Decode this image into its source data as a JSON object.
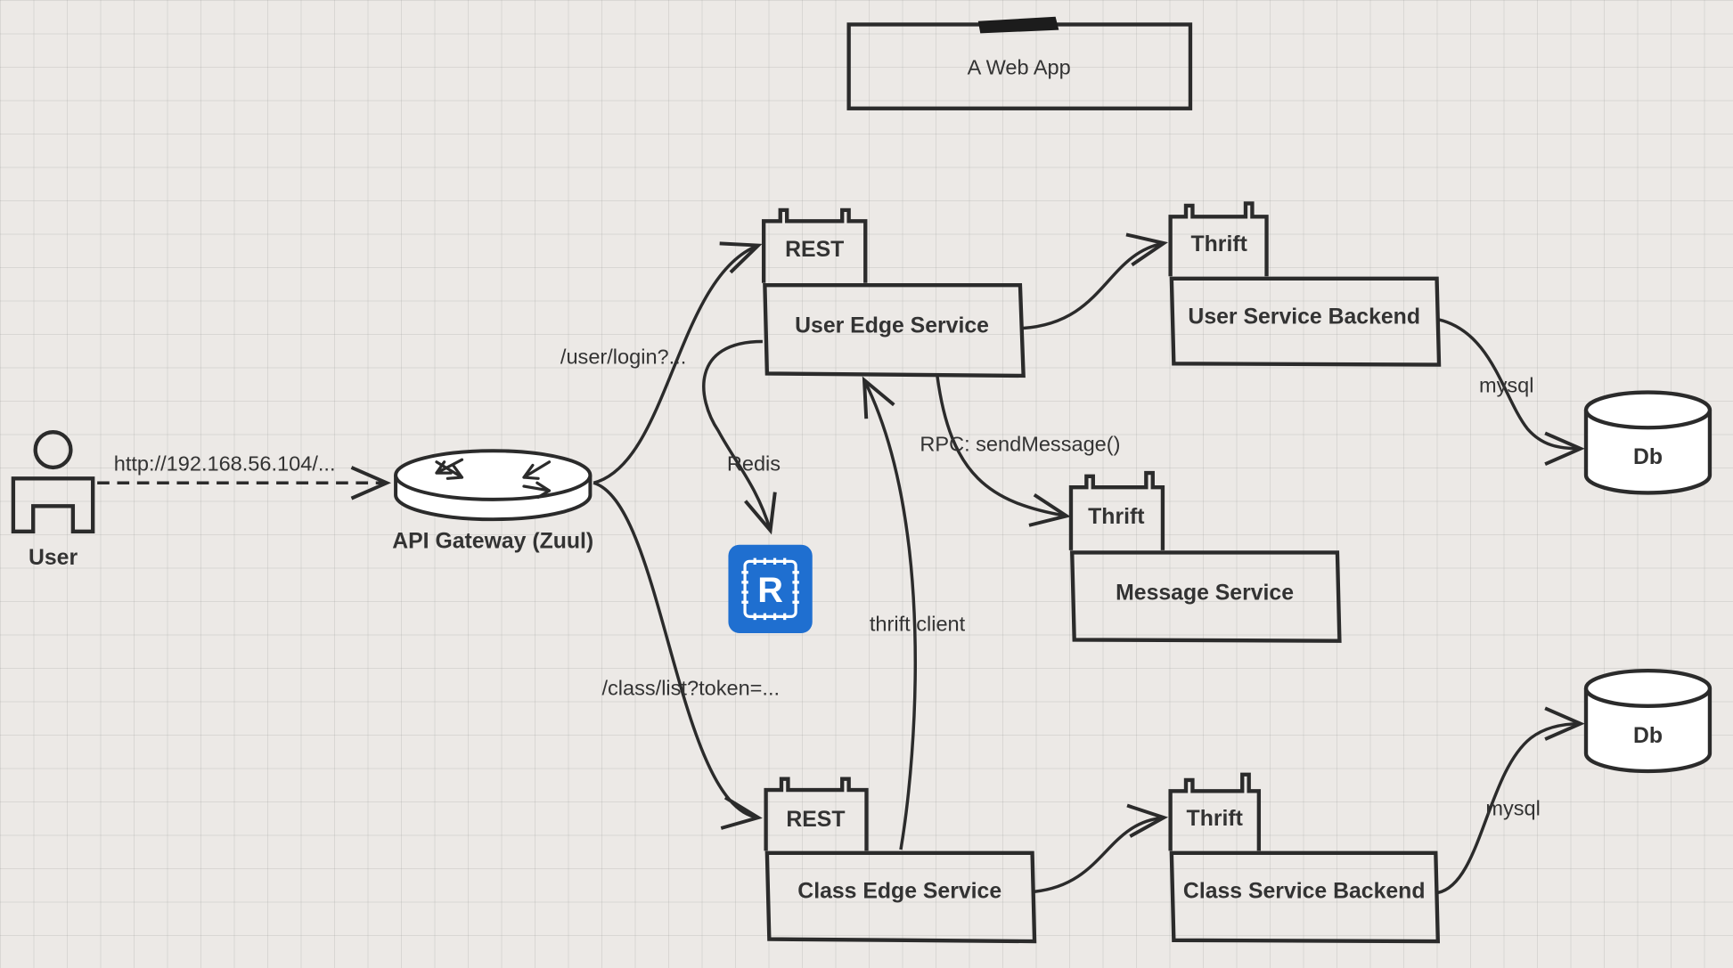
{
  "title": "A Web App",
  "user": {
    "label": "User"
  },
  "gateway": {
    "label": "API Gateway (Zuul)"
  },
  "services": {
    "user_edge": {
      "label": "User Edge Service",
      "tab": "REST"
    },
    "class_edge": {
      "label": "Class Edge Service",
      "tab": "REST"
    },
    "user_backend": {
      "label": "User Service Backend",
      "tab": "Thrift"
    },
    "class_backend": {
      "label": "Class Service Backend",
      "tab": "Thrift"
    },
    "message": {
      "label": "Message Service",
      "tab": "Thrift"
    }
  },
  "databases": {
    "db_user": {
      "label": "Db"
    },
    "db_class": {
      "label": "Db"
    }
  },
  "redis": {
    "letter": "R",
    "color": "#1f6fd0"
  },
  "edges": {
    "user_to_gateway": "http://192.168.56.104/...",
    "gateway_to_user_edge": "/user/login?...",
    "gateway_to_class_edge": "/class/list?token=...",
    "user_edge_to_redis": "Redis",
    "user_edge_to_message": "RPC: sendMessage()",
    "class_edge_to_user_edge": "thrift client",
    "user_backend_to_db": "mysql",
    "class_backend_to_db": "mysql"
  },
  "colors": {
    "stroke": "#2b2b2b",
    "text": "#333333"
  }
}
